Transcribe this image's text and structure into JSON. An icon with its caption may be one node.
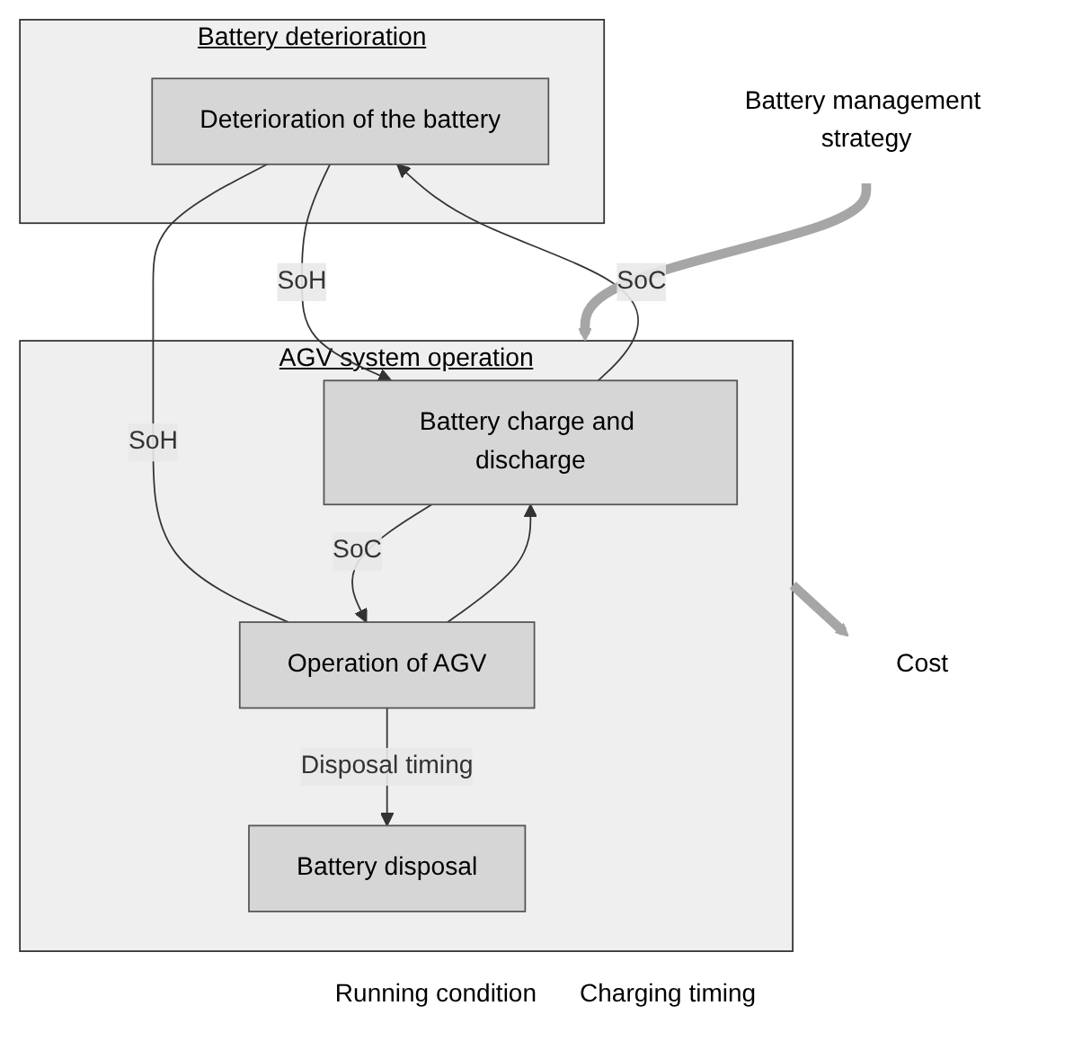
{
  "diagram": {
    "nodes": [
      {
        "text": [
          "Battery deterioration"
        ]
      },
      {
        "text": [
          "Deterioration of the battery"
        ],
        "in": 0
      },
      {
        "text": [
          "AGV system operation"
        ]
      },
      {
        "text": [
          "Battery charge and discharge"
        ],
        "in": 2
      },
      {
        "text": [
          "Operation of AGV"
        ],
        "in": 2
      },
      {
        "text": [
          "Battery disposal"
        ],
        "in": 2
      },
      {
        "text": [
          "Battery management strategy"
        ]
      },
      {
        "text": [
          "Cost"
        ]
      }
    ],
    "edges": [
      {
        "from": 3,
        "to": 1,
        "label": "SoC",
        "arrow": "to"
      },
      {
        "from": 1,
        "to": 3,
        "label": "SoH",
        "arrow": "to"
      },
      {
        "from": 1,
        "to": 4,
        "label": "SoH",
        "arrow": "none"
      },
      {
        "from": 4,
        "to": 3,
        "arrow": "to"
      },
      {
        "from": 3,
        "to": 4,
        "label": "SoC",
        "arrow": "to"
      },
      {
        "from": 4,
        "to": 5,
        "label": "Disposal timing",
        "arrow": "to"
      },
      {
        "from": 6,
        "to": 2,
        "arrow": "to",
        "style": "thick",
        "color": "#a6a6a6"
      },
      {
        "from": 2,
        "to": 7,
        "arrow": "to",
        "style": "thick",
        "color": "#a6a6a6"
      }
    ],
    "labels": [
      "Running condition",
      "Charging timing"
    ]
  }
}
